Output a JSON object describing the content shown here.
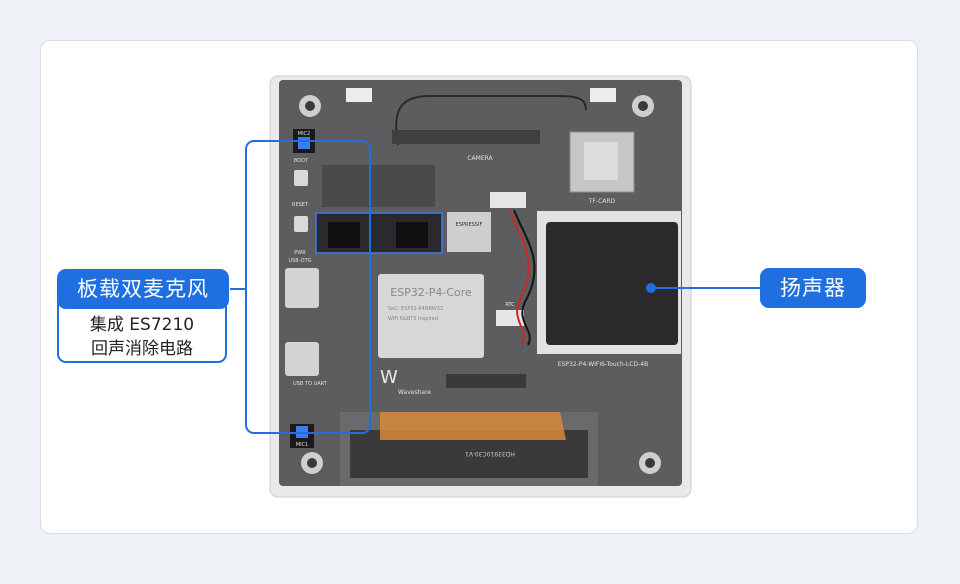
{
  "callouts": {
    "mic": {
      "title": "板载双麦克风",
      "lines": [
        "集成 ES7210",
        "回声消除电路"
      ]
    },
    "speaker": {
      "title": "扬声器"
    }
  },
  "board": {
    "silkscreen": {
      "mic2": "MIC2",
      "mic1": "MIC1",
      "boot": "BOOT",
      "reset": "RESET",
      "pwr": "PWR",
      "usb_otg": "USB-OTG",
      "usb_to_uart": "USB TO UART",
      "camera": "CAMERA",
      "tf_card": "TF-CARD",
      "rtc": "RTC",
      "module_name": "ESP32-P4-Core",
      "module_soc": "SoC: ESP32-P4NRW32",
      "module_wifi": "WiFi 6&BT5 Inspired",
      "wifi_chip": "ESPRESSIF",
      "board_name": "ESP32-P4-WIFI6-Touch-LCD-4B",
      "brand": "Waveshare",
      "fpc_code": "HD33910C30-V1"
    }
  },
  "colors": {
    "accent": "#1f6fe0",
    "pcb": "#5b5b5b",
    "frame": "#e6e6e8"
  }
}
